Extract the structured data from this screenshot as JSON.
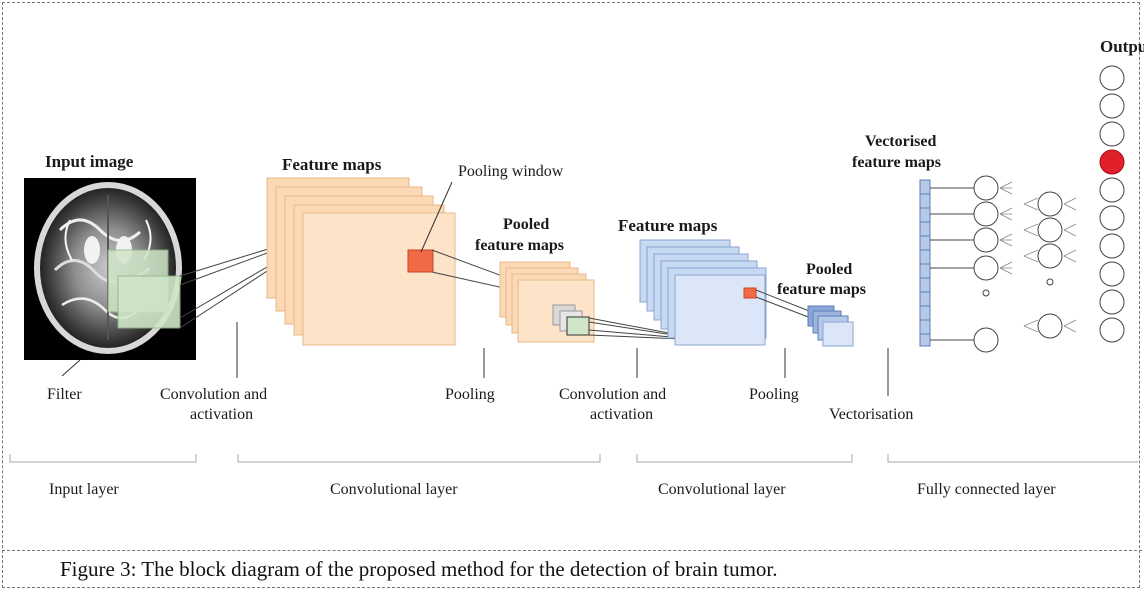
{
  "labels": {
    "input_image": "Input image",
    "feature_maps_1": "Feature maps",
    "pooling_window": "Pooling window",
    "pooled_1_line1": "Pooled",
    "pooled_1_line2": "feature maps",
    "feature_maps_2": "Feature maps",
    "pooled_2_line1": "Pooled",
    "pooled_2_line2": "feature maps",
    "vectorised_line1": "Vectorised",
    "vectorised_line2": "feature maps",
    "output": "Output"
  },
  "steps": {
    "filter": "Filter",
    "conv_act_1_line1": "Convolution and",
    "conv_act_1_line2": "activation",
    "pooling_1": "Pooling",
    "conv_act_2_line1": "Convolution and",
    "conv_act_2_line2": "activation",
    "pooling_2": "Pooling",
    "vectorisation": "Vectorisation"
  },
  "layers": {
    "input": "Input layer",
    "conv_1": "Convolutional layer",
    "conv_2": "Convolutional layer",
    "fully_connected": "Fully connected layer"
  },
  "caption": "Figure 3: The block diagram of the proposed method for the detection of brain tumor.",
  "colors": {
    "feature_map_orange": "#fbd9b5",
    "feature_map_blue": "#c8d9f3",
    "filter_green": "#cfe6c8",
    "pool_window_red": "#ef6a45",
    "active_neuron": "#e0212b",
    "vector_bar": "#8aa6d6"
  }
}
